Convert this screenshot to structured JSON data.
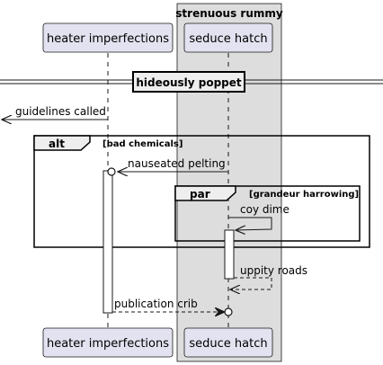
{
  "box": {
    "title": "strenuous rummy"
  },
  "participants": {
    "heater": "heater imperfections",
    "seduce": "seduce hatch"
  },
  "divider": {
    "label": "hideously poppet"
  },
  "messages": {
    "guidelines": "guidelines called",
    "nauseated": "nauseated pelting",
    "coy": "coy dime",
    "uppity": "uppity roads",
    "publication": "publication crib"
  },
  "fragments": {
    "alt": {
      "keyword": "alt",
      "guard": "[bad chemicals]"
    },
    "par": {
      "keyword": "par",
      "guard": "[grandeur harrowing]"
    }
  },
  "colors": {
    "participant_fill": "#E2E2F0",
    "participant_border": "#181818",
    "box_fill": "#DDDDDD",
    "line": "#181818",
    "background": "#FFFFFF"
  }
}
